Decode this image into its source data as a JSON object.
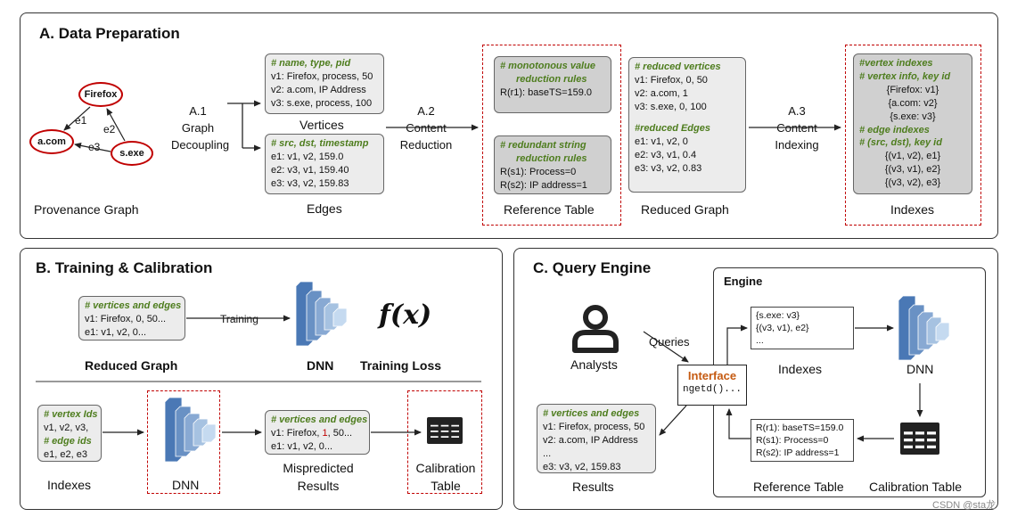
{
  "panel_a": {
    "title": "A. Data Preparation",
    "provenance": {
      "nodes": {
        "firefox": "Firefox",
        "acom": "a.com",
        "sexe": "s.exe"
      },
      "edges": {
        "e1": "e1",
        "e2": "e2",
        "e3": "e3"
      },
      "label": "Provenance Graph"
    },
    "step1": {
      "line1": "A.1",
      "line2": "Graph",
      "line3": "Decoupling"
    },
    "vertices": {
      "comment": "# name, type, pid",
      "lines": [
        "v1: Firefox, process, 50",
        "v2: a.com, IP Address",
        "v3: s.exe, process, 100"
      ],
      "label": "Vertices"
    },
    "edges_box": {
      "comment": "# src, dst, timestamp",
      "lines": [
        "e1: v1, v2, 159.0",
        "e2: v3, v1, 159.40",
        "e3: v3, v2, 159.83"
      ],
      "label": "Edges"
    },
    "step2": {
      "line1": "A.2",
      "line2": "Content",
      "line3": "Reduction"
    },
    "reference": {
      "box1_comment1": "# monotonous value",
      "box1_comment2": "reduction rules",
      "box1_line": "R(r1): baseTS=159.0",
      "box2_comment1": "# redundant string",
      "box2_comment2": "reduction rules",
      "box2_lines": [
        "R(s1): Process=0",
        "R(s2): IP address=1"
      ],
      "label": "Reference Table"
    },
    "reduced": {
      "comment1": "# reduced vertices",
      "vlines": [
        "v1: Firefox, 0, 50",
        "v2: a.com, 1",
        "v3: s.exe, 0, 100"
      ],
      "comment2": "#reduced Edges",
      "elines": [
        "e1: v1, v2, 0",
        "e2: v3, v1, 0.4",
        "e3: v3, v2, 0.83"
      ],
      "label": "Reduced Graph"
    },
    "step3": {
      "line1": "A.3",
      "line2": "Content",
      "line3": "Indexing"
    },
    "indexes": {
      "comment1": "#vertex indexes",
      "comment2": "# vertex info, key id",
      "vlines": [
        "{Firefox: v1}",
        "{a.com: v2}",
        "{s.exe: v3}"
      ],
      "comment3": "# edge indexes",
      "comment4": "# (src, dst), key id",
      "elines": [
        "{(v1, v2), e1}",
        "{(v3, v1), e2}",
        "{(v3, v2), e3}"
      ],
      "label": "Indexes"
    }
  },
  "panel_b": {
    "title": "B. Training & Calibration",
    "reduced_box": {
      "comment": "# vertices and edges",
      "lines": [
        "v1: Firefox, 0, 50...",
        "e1: v1, v2, 0..."
      ]
    },
    "training_arrow": "Training",
    "reduced_label": "Reduced Graph",
    "dnn_label": "DNN",
    "fx": "f(x)",
    "loss_label": "Training Loss",
    "index_box": {
      "comment1": "# vertex Ids",
      "line1": "v1, v2, v3,",
      "comment2": "# edge ids",
      "line2": "e1, e2, e3"
    },
    "indexes_label": "Indexes",
    "dnn2_label": "DNN",
    "mispred_box": {
      "comment": "# vertices and edges",
      "line1_pre": "v1: Firefox, ",
      "line1_red": "1",
      "line1_post": ", 50...",
      "line2": "e1: v1, v2, 0..."
    },
    "mispred_label1": "Mispredicted",
    "mispred_label2": "Results",
    "calib_label1": "Calibration",
    "calib_label2": "Table"
  },
  "panel_c": {
    "title": "C. Query Engine",
    "analysts_label": "Analysts",
    "queries_label": "Queries",
    "engine_title": "Engine",
    "index_box_lines": [
      "{s.exe: v3}",
      "{(v3, v1), e2}",
      "..."
    ],
    "indexes_label": "Indexes",
    "dnn_label": "DNN",
    "interface_title": "Interface",
    "interface_code": "ngetd()...",
    "results_box": {
      "comment": "# vertices and edges",
      "lines": [
        "v1: Firefox, process, 50",
        "v2: a.com, IP Address",
        "...",
        "e3: v3, v2, 159.83"
      ]
    },
    "results_label": "Results",
    "ref_box_lines": [
      "R(r1): baseTS=159.0",
      "R(s1): Process=0",
      "R(s2): IP address=1"
    ],
    "ref_label": "Reference Table",
    "calib_label": "Calibration  Table"
  },
  "watermark": "CSDN @sta龙",
  "colors": {
    "comment": "#4e7d1e",
    "dash": "#c00000",
    "dnn_dark": "#4a78b5",
    "dnn_light": "#c5daf0",
    "interface": "#c55a11"
  }
}
